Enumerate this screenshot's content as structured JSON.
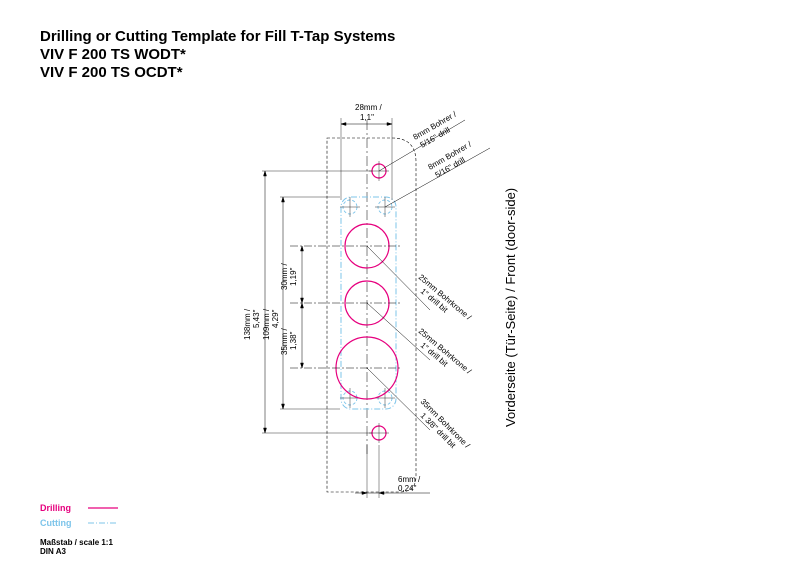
{
  "title": {
    "line1": "Drilling or Cutting Template for Fill T-Tap Systems",
    "line2": "VIV F 200 TS WODT*",
    "line3": "VIV F 200 TS OCDT*"
  },
  "dimensions": {
    "top_width_mm": "28mm /",
    "top_width_in": "1,1\"",
    "drill_top_1": "8mm Bohrer /",
    "drill_top_2": "5/16\" drill",
    "drill_mid_1": "8mm Bohrer /",
    "drill_mid_2": "5/16\" drill",
    "overall_mm": "138mm /",
    "overall_in": "5,43\"",
    "inner_mm": "109mm /",
    "inner_in": "4,29\"",
    "spacing_30_mm": "30mm /",
    "spacing_30_in": "1,19\"",
    "spacing_35_mm": "35mm /",
    "spacing_35_in": "1,38\"",
    "bit1_1": "25mm Bohrkrone /",
    "bit1_2": "1\" drill bit",
    "bit2_1": "25mm Bohrkrone /",
    "bit2_2": "1\" drill bit",
    "bit3_1": "35mm Bohrkrone /",
    "bit3_2": "1 3/8\" drill bit",
    "bottom_mm": "6mm /",
    "bottom_in": "0,24\""
  },
  "side_label": "Vorderseite (Tür-Seite) / Front (door-side)",
  "legend": {
    "drilling_label": "Drilling",
    "cutting_label": "Cutting",
    "drilling_color": "#e6007e",
    "cutting_color": "#7cc4ea"
  },
  "scale": {
    "line1": "Maßstab / scale 1:1",
    "line2": "DIN A3"
  }
}
